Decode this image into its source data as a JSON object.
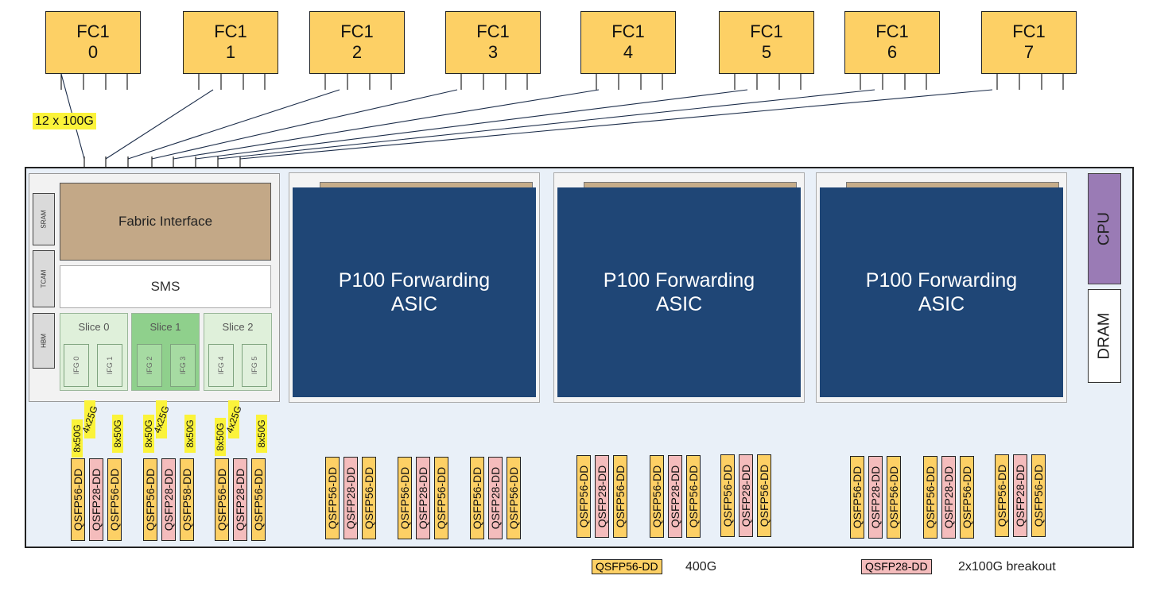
{
  "fabric_cards": [
    {
      "line1": "FC1",
      "line2": "0"
    },
    {
      "line1": "FC1",
      "line2": "1"
    },
    {
      "line1": "FC1",
      "line2": "2"
    },
    {
      "line1": "FC1",
      "line2": "3"
    },
    {
      "line1": "FC1",
      "line2": "4"
    },
    {
      "line1": "FC1",
      "line2": "5"
    },
    {
      "line1": "FC1",
      "line2": "6"
    },
    {
      "line1": "FC1",
      "line2": "7"
    }
  ],
  "link_label": "12 x 100G",
  "asic_main": {
    "memories": [
      "SRAM",
      "TCAM",
      "HBM"
    ],
    "fabric_interface": "Fabric Interface",
    "sms": "SMS",
    "slices": [
      {
        "label": "Slice 0",
        "ifgs": [
          "IFG 0",
          "IFG 1"
        ],
        "color": "#dff0da"
      },
      {
        "label": "Slice 1",
        "ifgs": [
          "IFG 2",
          "IFG 3"
        ],
        "color": "#8fd08c"
      },
      {
        "label": "Slice 2",
        "ifgs": [
          "IFG 4",
          "IFG 5"
        ],
        "color": "#dff0da"
      }
    ],
    "speed_labels": [
      "8x50G",
      "4x25G",
      "8x50G",
      "8x50G",
      "4x25G",
      "8x50G",
      "8x50G",
      "4x25G",
      "8x50G"
    ]
  },
  "forwarding_asics": [
    {
      "line1": "P100 Forwarding",
      "line2": "ASIC"
    },
    {
      "line1": "P100 Forwarding",
      "line2": "ASIC"
    },
    {
      "line1": "P100 Forwarding",
      "line2": "ASIC"
    }
  ],
  "cpu_label": "CPU",
  "dram_label": "DRAM",
  "port_groups": [
    {
      "ports": [
        "QSFP56-DD",
        "QSFP28-DD",
        "QSFP56-DD"
      ]
    },
    {
      "ports": [
        "QSFP56-DD",
        "QSFP28-DD",
        "QSFP58-DD"
      ]
    },
    {
      "ports": [
        "QSFP56-DD",
        "QSFP28-DD",
        "QSFP56-DD"
      ]
    },
    {
      "ports": [
        "QSFP56-DD",
        "QSFP28-DD",
        "QSFP56-DD"
      ]
    },
    {
      "ports": [
        "QSFP56-DD",
        "QSFP28-DD",
        "QSFP56-DD"
      ]
    },
    {
      "ports": [
        "QSFP56-DD",
        "QSFP28-DD",
        "QSFP56-DD"
      ]
    },
    {
      "ports": [
        "QSFP56-DD",
        "QSFP28-DD",
        "QSFP56-DD"
      ]
    },
    {
      "ports": [
        "QSFP56-DD",
        "QSFP28-DD",
        "QSFP56-DD"
      ]
    },
    {
      "ports": [
        "QSFP56-DD",
        "QSFP28-DD",
        "QSFP56-DD"
      ]
    },
    {
      "ports": [
        "QSFP56-DD",
        "QSFP28-DD",
        "QSFP56-DD"
      ]
    },
    {
      "ports": [
        "QSFP56-DD",
        "QSFP28-DD",
        "QSFP56-DD"
      ]
    },
    {
      "ports": [
        "QSFP56-DD",
        "QSFP28-DD",
        "QSFP56-DD"
      ]
    }
  ],
  "legend": [
    {
      "box": "QSFP56-DD",
      "text": "400G",
      "color": "#fdd065"
    },
    {
      "box": "QSFP28-DD",
      "text": "2x100G breakout",
      "color": "#f4bcbc"
    }
  ]
}
